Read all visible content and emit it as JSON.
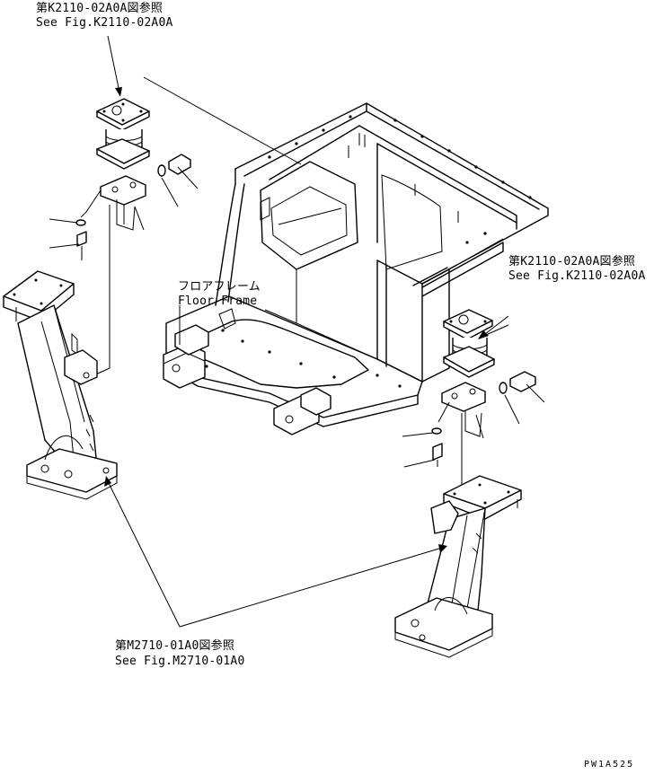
{
  "labels": {
    "ref_top_left_jp": "第K2110-02A0A図参照",
    "ref_top_left_en": "See Fig.K2110-02A0A",
    "ref_right_jp": "第K2110-02A0A図参照",
    "ref_right_en": "See Fig.K2110-02A0A",
    "floor_frame_jp": "フロアフレーム",
    "floor_frame_en": "Floor Frame",
    "ref_bottom_jp": "第M2710-01A0図参照",
    "ref_bottom_en": "See Fig.M2710-01A0",
    "drawing_code": "PW1A525"
  }
}
